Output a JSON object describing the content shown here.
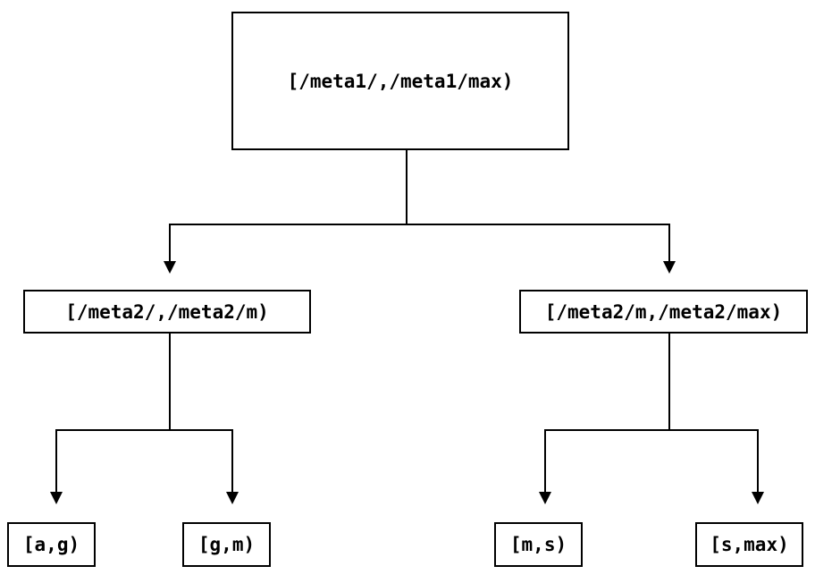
{
  "diagram": {
    "type": "tree",
    "background_color": "#ffffff",
    "line_color": "#000000",
    "text_color": "#000000",
    "nodes": [
      {
        "id": "root",
        "label": "[/meta1/,/meta1/max)",
        "level": 0
      },
      {
        "id": "meta2-low",
        "label": "[/meta2/,/meta2/m)",
        "level": 1
      },
      {
        "id": "meta2-high",
        "label": "[/meta2/m,/meta2/max)",
        "level": 1
      },
      {
        "id": "leaf-ag",
        "label": "[a,g)",
        "level": 2
      },
      {
        "id": "leaf-gm",
        "label": "[g,m)",
        "level": 2
      },
      {
        "id": "leaf-ms",
        "label": "[m,s)",
        "level": 2
      },
      {
        "id": "leaf-smax",
        "label": "[s,max)",
        "level": 2
      }
    ],
    "edges": [
      {
        "from": "root",
        "to": "meta2-low"
      },
      {
        "from": "root",
        "to": "meta2-high"
      },
      {
        "from": "meta2-low",
        "to": "leaf-ag"
      },
      {
        "from": "meta2-low",
        "to": "leaf-gm"
      },
      {
        "from": "meta2-high",
        "to": "leaf-ms"
      },
      {
        "from": "meta2-high",
        "to": "leaf-smax"
      }
    ]
  }
}
